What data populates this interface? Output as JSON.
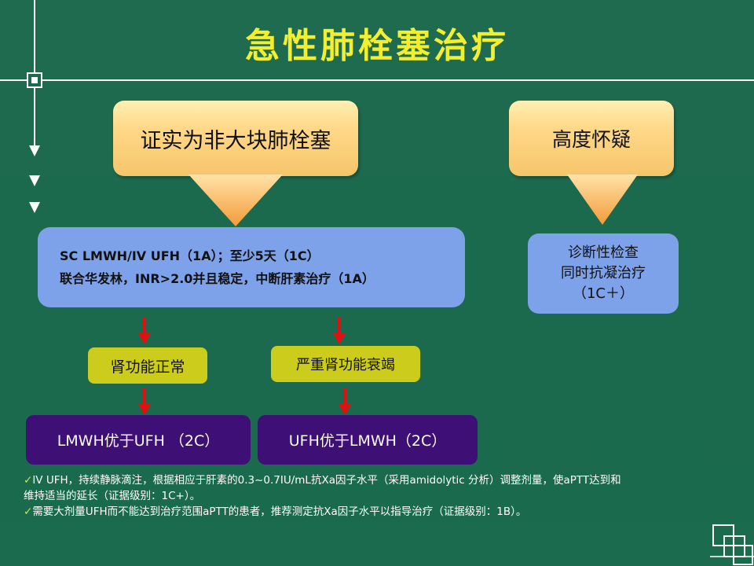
{
  "title": "急性肺栓塞治疗",
  "left_header": "证实为非大块肺栓塞",
  "right_header": "高度怀疑",
  "treatment_lines": [
    "SC LMWH/IV UFH（1A）；至少5天（1C）",
    "联合华发林，INR>2.0并且稳定，中断肝素治疗（1A）"
  ],
  "right_box_lines": [
    "诊断性检查",
    "同时抗凝治疗",
    "（1C＋）"
  ],
  "kidney_normal": "肾功能正常",
  "kidney_failure": "严重肾功能衰竭",
  "result_left": "LMWH优于UFH （2C）",
  "result_right": "UFH优于LMWH（2C）",
  "notes": [
    "IV UFH，持续静脉滴注，根据相应于肝素的0.3~0.7IU/mL抗Xa因子水平（采用amidolytic 分析）调整剂量，使aPTT达到和",
    "维持适当的延长（证据级别：1C+）。",
    "需要大剂量UFH而不能达到治疗范围aPTT的患者，推荐测定抗Xa因子水平以指导治疗（证据级别：1B）。"
  ],
  "colors": {
    "background": "#1c6a4e",
    "title": "#f3ef2f",
    "orange_box": "#ffd98a",
    "blue_box": "#7ea2e9",
    "yellow_box": "#cbcc1b",
    "purple_box": "#3e0f75",
    "arrow_red": "#e01010",
    "arrow_orange": "#f7a040"
  }
}
